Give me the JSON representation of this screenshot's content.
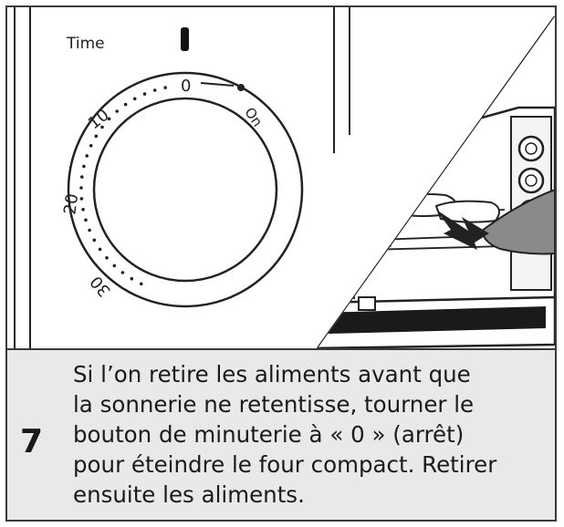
{
  "dial": {
    "label": "Time",
    "ticks": [
      "0",
      "10",
      "20",
      "30"
    ],
    "on_label": "On"
  },
  "step": {
    "number": "7",
    "lines": [
      "Si l’on retire les aliments avant que",
      "la sonnerie ne retentisse, tourner le",
      "bouton de minuterie à « 0 » (arrêt)",
      "pour éteindre le four compact. Retirer",
      "ensuite les aliments."
    ]
  },
  "colors": {
    "ink": "#1a1a1a",
    "caption_bg": "#e9e9e9",
    "frame": "#3a3a3a"
  }
}
